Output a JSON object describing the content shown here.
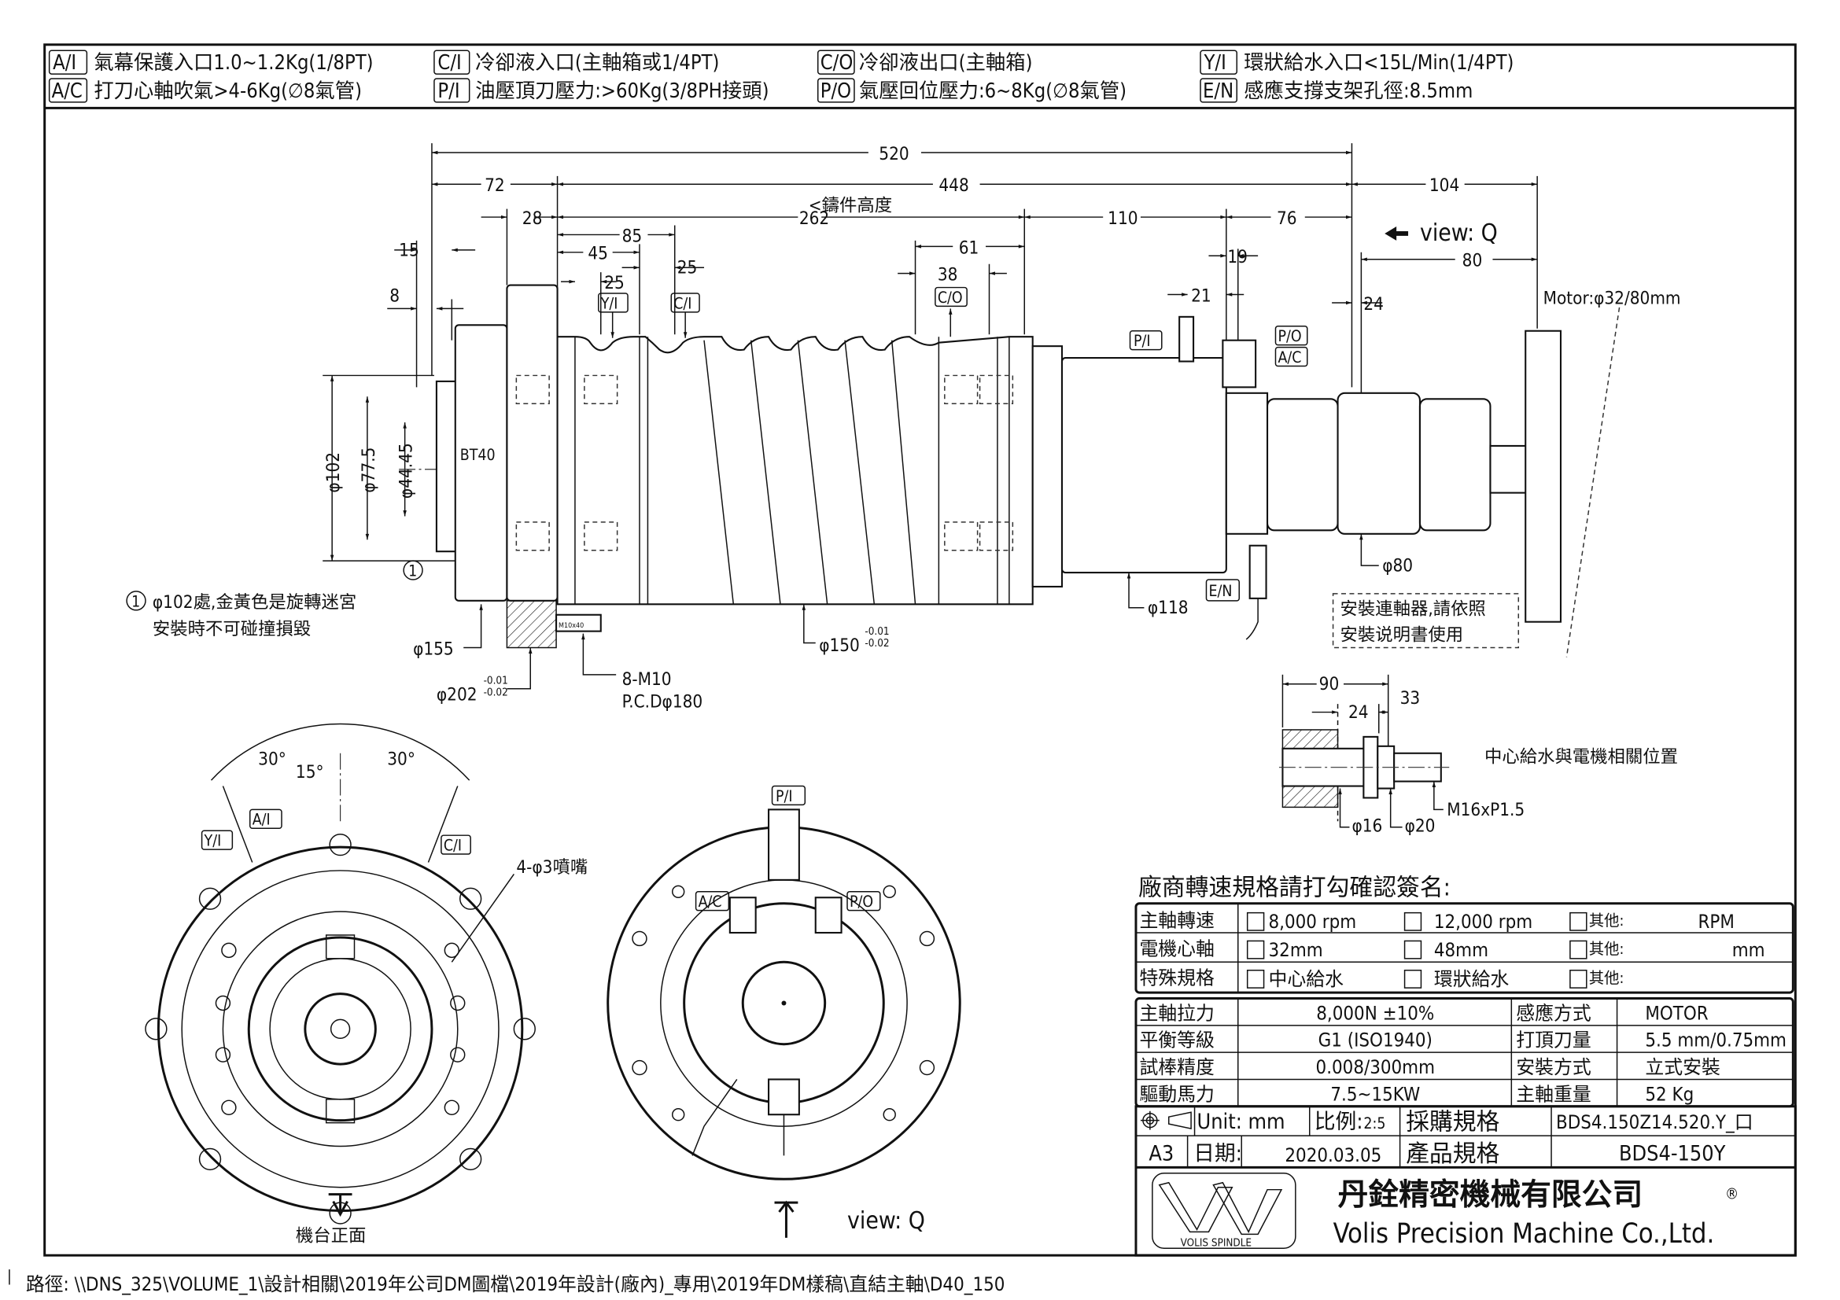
{
  "header": {
    "items": [
      {
        "tag": "A/I",
        "text": "氣幕保護入口1.0~1.2Kg(1/8PT)"
      },
      {
        "tag": "C/I",
        "text": "冷卻液入口(主軸箱或1/4PT)"
      },
      {
        "tag": "C/O",
        "text": "冷卻液出口(主軸箱)"
      },
      {
        "tag": "Y/I",
        "text": "環狀給水入口<15L/Min(1/4PT)"
      },
      {
        "tag": "A/C",
        "text": "打刀心軸吹氣>4-6Kg(∅8氣管)"
      },
      {
        "tag": "P/I",
        "text": "油壓頂刀壓力:>60Kg(3/8PH接頭)"
      },
      {
        "tag": "P/O",
        "text": "氣壓回位壓力:6~8Kg(∅8氣管)"
      },
      {
        "tag": "E/N",
        "text": "感應支撐支架孔徑:8.5mm"
      }
    ]
  },
  "side_view": {
    "dims": {
      "d520": "520",
      "d72": "72",
      "d448": "448",
      "d104": "104",
      "d28": "28",
      "d262": "262",
      "casting_height": "<鑄件高度",
      "d110": "110",
      "d76": "76",
      "d15": "15",
      "d8": "8",
      "d85": "85",
      "d45": "45",
      "d25a": "25",
      "d25b": "25",
      "d61": "61",
      "d38": "38",
      "d19": "19",
      "d21": "21",
      "d24": "24",
      "d80": "80",
      "phi102": "φ102",
      "phi77": "φ77.5",
      "phi44": "φ44.45",
      "phi155": "φ155",
      "phi202": "φ202",
      "phi202_tol_upper": "-0.01",
      "phi202_tol_lower": "-0.02",
      "m10": "8-M10",
      "pcd": "P.C.Dφ180",
      "phi150": "φ150",
      "phi150_tol_upper": "-0.01",
      "phi150_tol_lower": "-0.02",
      "phi118": "φ118",
      "phi80": "φ80"
    },
    "tags": {
      "yi": "Y/I",
      "ci": "C/I",
      "co": "C/O",
      "pi": "P/I",
      "po": "P/O",
      "ac": "A/C",
      "en": "E/N"
    },
    "tool_holder": "BT40",
    "bolt_label": "M10x40",
    "view_label": "view: Q",
    "motor_label": "Motor:φ32/80mm",
    "circle_marker": "1",
    "note_line1": "φ102處,金黃色是旋轉迷宮",
    "note_line2": "安裝時不可碰撞損毀",
    "coupling_note_line1": "安裝連軸器,請依照",
    "coupling_note_line2": "安裝说明書使用"
  },
  "center_water": {
    "d90": "90",
    "d24": "24",
    "d33": "33",
    "phi16": "φ16",
    "phi20": "φ20",
    "thread": "M16xP1.5",
    "caption": "中心給水與電機相關位置"
  },
  "front_view": {
    "angle1": "30°",
    "angle2": "15°",
    "angle3": "30°",
    "tag_yi": "Y/I",
    "tag_ai": "A/I",
    "tag_ci": "C/I",
    "nozzle": "4-φ3噴嘴",
    "machine_front": "機台正面"
  },
  "rear_view": {
    "tag_pi": "P/I",
    "tag_ac": "A/C",
    "tag_po": "P/O",
    "view_label": "view: Q"
  },
  "spec": {
    "heading": "廠商轉速規格請打勾確認簽名:",
    "check_rows": [
      {
        "label": "主軸轉速",
        "opt1": "8,000 rpm",
        "opt2": "12,000 rpm",
        "other": "其他:",
        "unit": "RPM"
      },
      {
        "label": "電機心軸",
        "opt1": "32mm",
        "opt2": "48mm",
        "other": "其他:",
        "unit": "mm"
      },
      {
        "label": "特殊規格",
        "opt1": "中心給水",
        "opt2": "環狀給水",
        "other": "其他:",
        "unit": ""
      }
    ],
    "rows": [
      {
        "label": "主軸拉力",
        "value": "8,000N ±10%",
        "label2": "感應方式",
        "value2": "MOTOR"
      },
      {
        "label": "平衡等級",
        "value": "G1  (ISO1940)",
        "label2": "打頂刀量",
        "value2": "5.5 mm/0.75mm"
      },
      {
        "label": "試棒精度",
        "value": "0.008/300mm",
        "label2": "安裝方式",
        "value2": "立式安裝"
      },
      {
        "label": "驅動馬力",
        "value": "7.5~15KW",
        "label2": "主軸重量",
        "value2": "52 Kg"
      }
    ]
  },
  "title_block": {
    "unit": "Unit:  mm",
    "scale_label": "比例:",
    "scale": "2:5",
    "purchase_label": "採購規格",
    "purchase_value": "BDS4.150Z14.520.Y_口",
    "sheet": "A3",
    "date_label": "日期:",
    "date": "2020.03.05",
    "product_label": "產品規格",
    "product_value": "BDS4-150Y",
    "company_cn": "丹銓精密機械有限公司",
    "registered": "®",
    "company_en": "Volis Precision Machine Co.,Ltd.",
    "logo_text": "VOLIS SPINDLE"
  },
  "footer": {
    "path": "路徑: \\\\DNS_325\\VOLUME_1\\設計相關\\2019年公司DM圖檔\\2019年設計(廠內)_專用\\2019年DM樣稿\\直結主軸\\D40_150"
  }
}
